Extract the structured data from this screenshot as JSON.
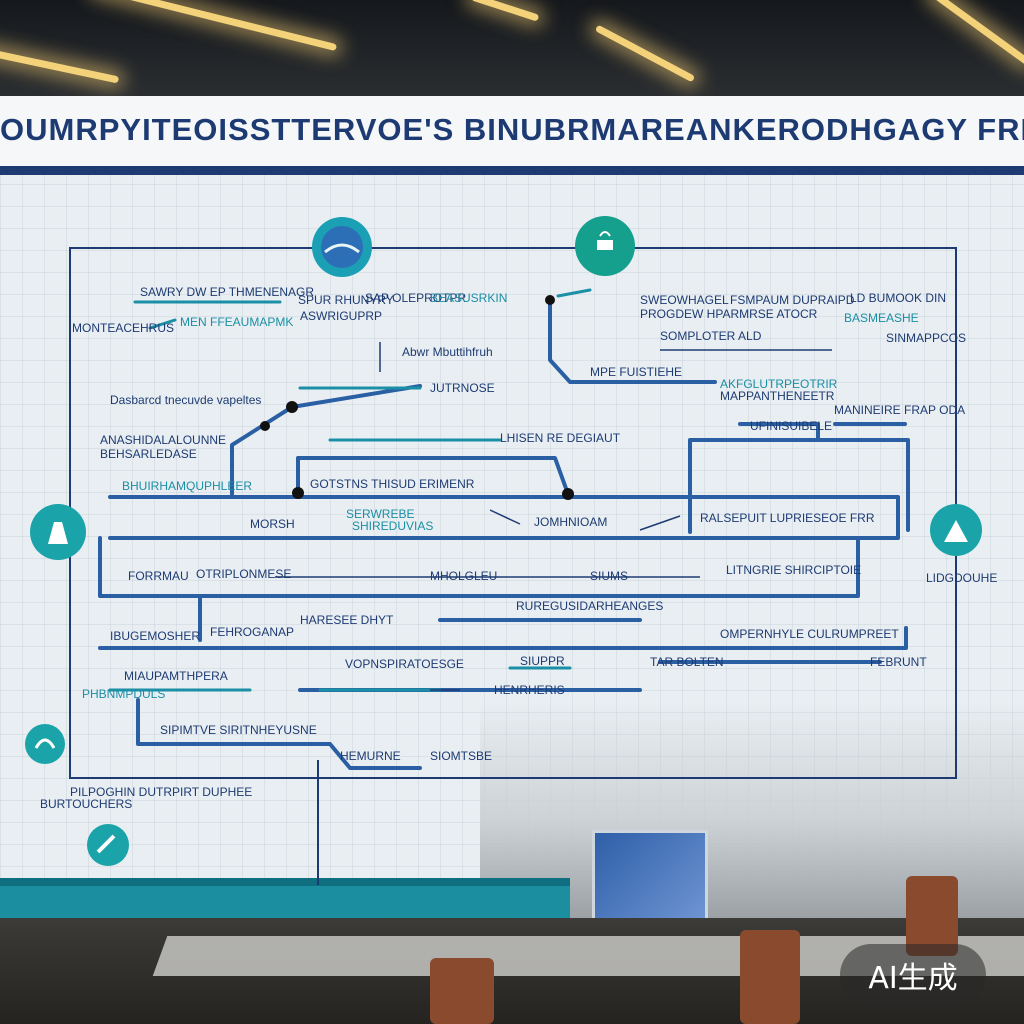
{
  "title": "OUMRPYITEOISSTTERVOE'S BINUBRMAREANKERODHGAGY FRIM",
  "watermark": "AI生成",
  "colors": {
    "navy": "#1d3b72",
    "teal": "#1a8fa6",
    "teal_band": "#1b8f9f"
  },
  "icons": [
    "globe-icon",
    "bulb-icon",
    "bell-icon",
    "warning-icon",
    "chat-icon",
    "pen-icon"
  ],
  "labels": [
    "SAWRY DW EP THMENENAGR",
    "MEN FFEAUMAPMK",
    "MONTEACEHRUS",
    "SPUR RHUNYRY",
    "ASWRIGUPRP",
    "SAP OLEPROTPR",
    "BEASUSRKIN",
    "SWEOWHAGEL",
    "FSMPAUM DUPRAIPD",
    "PROGDEW HPARMRSE ATOCR",
    "LD BUMOOK DIN",
    "SOMPLOTER ALD",
    "SINMAPPCOS",
    "BASMEASHE",
    "Abwr Mbuttihfruh",
    "MPE FUISTIEHE",
    "AKFGLUTRPEOTRIR",
    "MAPPANTHENEETR",
    "Dasbarcd tnecuvde vapeltes",
    "JUTRNOSE",
    "LHISEN RE DEGIAUT",
    "MANINEIRE FRAP ODA",
    "UFINISUIBELE",
    "ANASHIDALALOUNNE",
    "BEHSARLEDASE",
    "BHUIRHAMQUPHLEER",
    "GOTSTNS THISUD ERIMENR",
    "MORSH",
    "SERWREBE",
    "SHIREDUVIAS",
    "JOMHNIOAM",
    "RALSEPUIT LUPRIESEOE FRR",
    "FORRMAU",
    "OTRIPLONMESE",
    "MHOLGLEU",
    "SIUMS",
    "LITNGRIE SHIRCIPTOIE",
    "LIDGDOUHE",
    "RUREGUSIDARHEANGES",
    "HARESEE DHYT",
    "IBUGEMOSHER",
    "FEHROGANAP",
    "OMPERNHYLE CULRUMPREET",
    "VOPNSPIRATOESGE",
    "SIUPPR",
    "TAR BOLTEN",
    "FEBRUNT",
    "HENRHERIS",
    "MIAUPAMTHPERA",
    "SIPIMTVE SIRITNHEYUSNE",
    "HEMURNE",
    "SIOMTSBE",
    "PILPOGHIN DUTRPIRT DUPHEE",
    "BURTOUCHERS",
    "PHBNMPDULS"
  ]
}
